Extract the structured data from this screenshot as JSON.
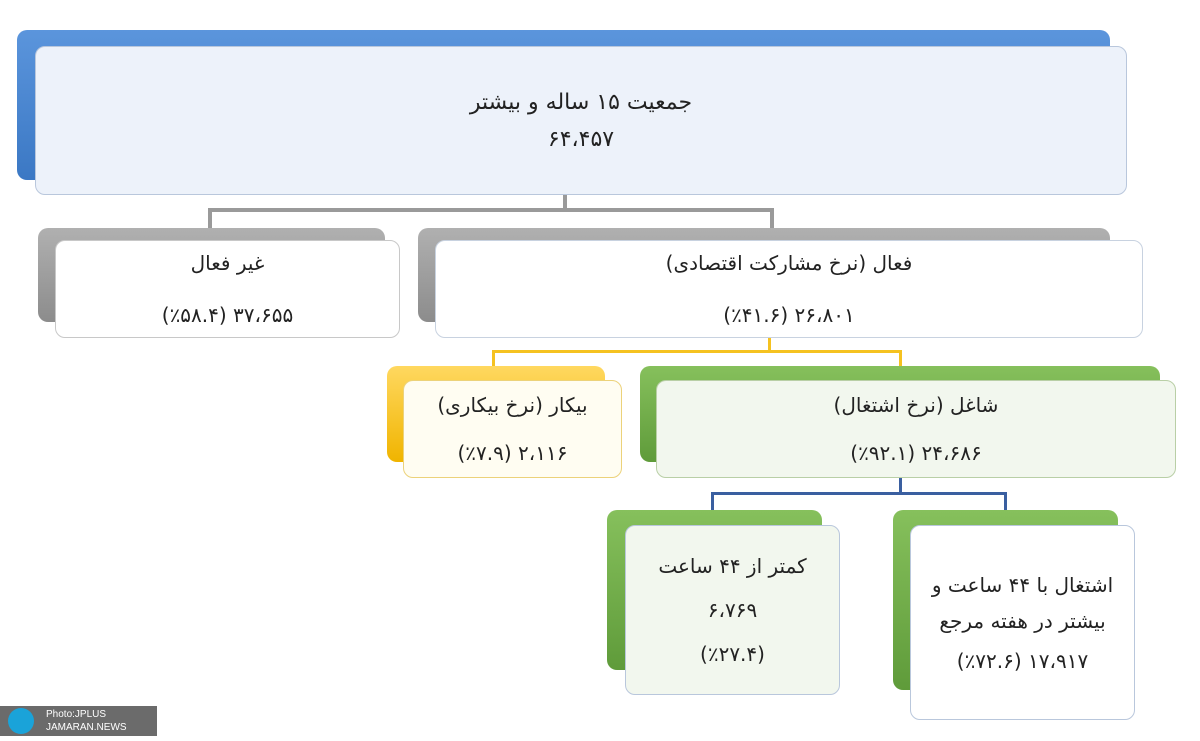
{
  "root": {
    "title": "جمعیت ۱۵ ساله و بیشتر",
    "value": "۶۴،۴۵۷"
  },
  "inactive": {
    "title": "غیر فعال",
    "value": "(٪۵۸.۴) ۳۷،۶۵۵"
  },
  "active": {
    "title": "فعال (نرخ مشارکت اقتصادی)",
    "value": "(٪۴۱.۶) ۲۶،۸۰۱"
  },
  "unemployed": {
    "title": "بیکار (نرخ بیکاری)",
    "value": "(٪۷.۹)  ۲،۱۱۶"
  },
  "employed": {
    "title": "شاغل (نرخ اشتغال)",
    "value": "(٪۹۲.۱) ۲۴،۶۸۶"
  },
  "under44": {
    "title": "کمتر از ۴۴ ساعت",
    "value": "۶،۷۶۹",
    "pct": "(٪۲۷.۴)"
  },
  "over44": {
    "line1": "اشتغال با ۴۴ ساعت و",
    "line2": "بیشتر در هفته مرجع",
    "value": "(٪۷۲.۶) ۱۷،۹۱۷"
  },
  "watermark": {
    "line1": "Photo:JPLUS",
    "line2": "JAMARAN.NEWS"
  },
  "colors": {
    "blue": "#4a86d0",
    "gray": "#9a9a9a",
    "yellow": "#f5c220",
    "green": "#70ad47",
    "navy": "#3a5fa0"
  }
}
